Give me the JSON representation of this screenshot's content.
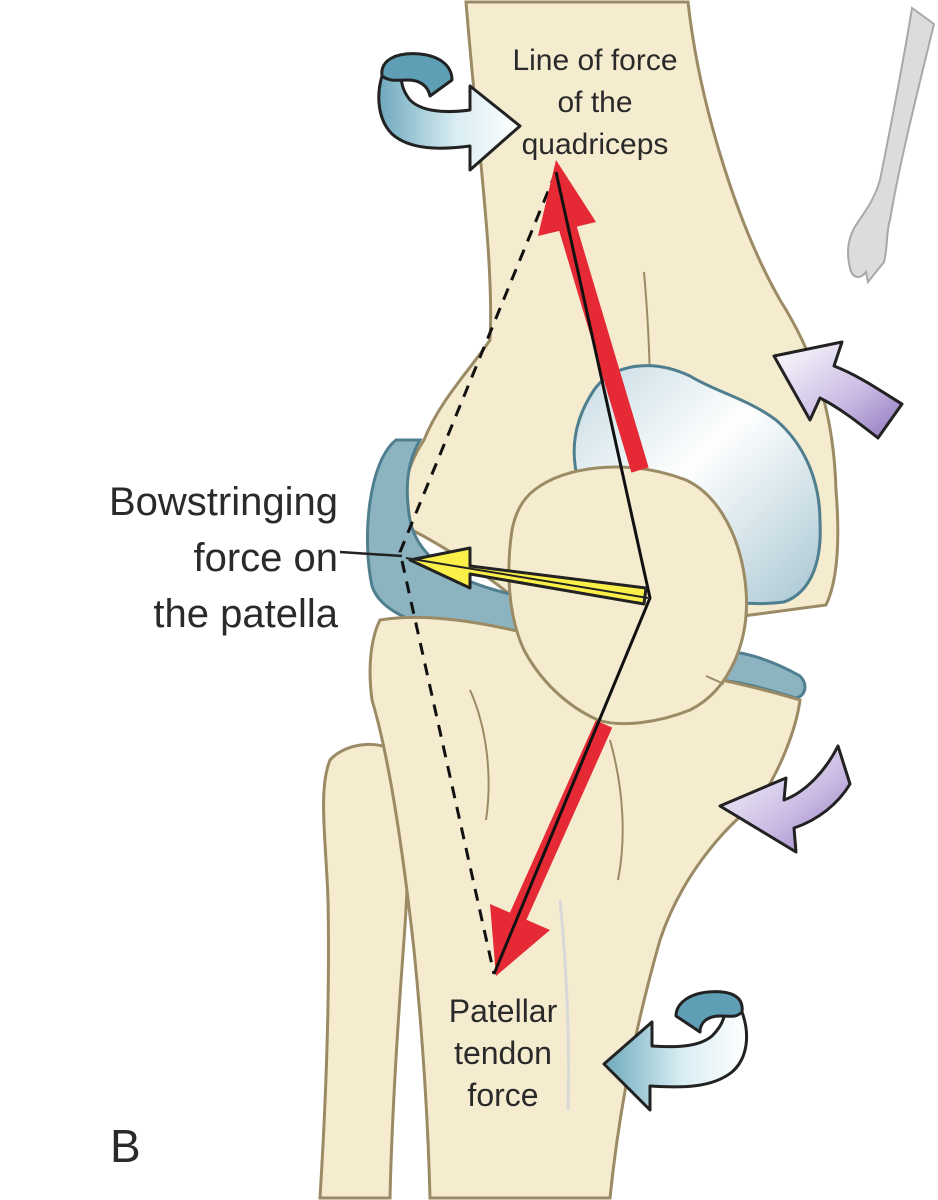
{
  "labels": {
    "quadriceps": [
      "Line of force",
      "of the",
      "quadriceps"
    ],
    "bowstringing": [
      "Bowstringing",
      "force on",
      "the patella"
    ],
    "tendon": [
      "Patellar",
      "tendon",
      "force"
    ],
    "panel": "B"
  },
  "colors": {
    "bone_fill": "#f5ecd0",
    "bone_stroke": "#9b8b64",
    "cartilage_fill": "#8cb3c0",
    "cartilage_stroke": "#4f7f8e",
    "condyle_fill": "#dde9ef",
    "quadriceps_vector": "#e52935",
    "bowstring_vector": "#fbf04a",
    "rotation_arrow": "#8fc2d3",
    "push_arrow": "#b7a5d8",
    "silhouette": "#d9d9d9"
  },
  "icons": {
    "rotation_arrows": "curved-rotation-arrow",
    "push_arrows": "purple-push-arrow",
    "silhouette": "arm-silhouette"
  }
}
